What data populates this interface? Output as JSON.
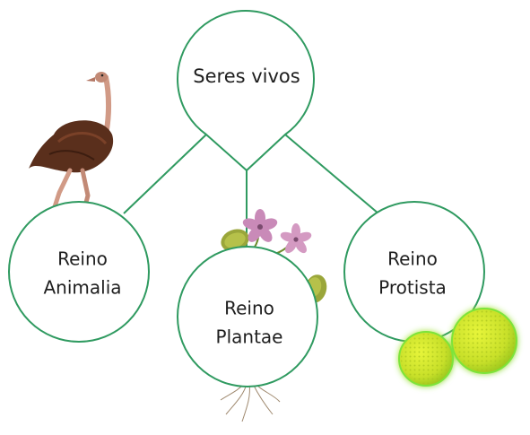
{
  "diagram": {
    "root": {
      "label": "Seres vivos"
    },
    "kingdoms": [
      {
        "line1": "Reino",
        "line2": "Animalia",
        "image": "ostrich-illustration"
      },
      {
        "line1": "Reino",
        "line2": "Plantae",
        "image": "flowering-plant-illustration"
      },
      {
        "line1": "Reino",
        "line2": "Protista",
        "image": "green-algae-cells-illustration"
      }
    ]
  },
  "colors": {
    "connector": "#2f9a60",
    "node_border": "#2f9a60",
    "node_fill": "#ffffff",
    "text": "#1e1e1e",
    "ostrich_body": "#5a2f1c",
    "ostrich_skin": "#d19a86",
    "leaf": "#9aa63a",
    "flower": "#c98ab8",
    "algae": "#c8e02a",
    "algae_glow": "#7ce43a"
  }
}
